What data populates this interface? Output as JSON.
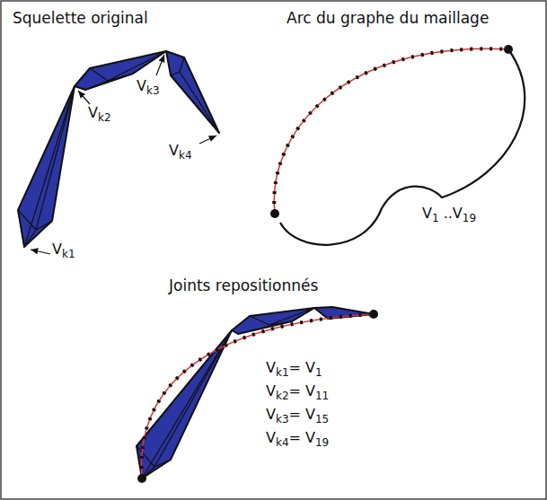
{
  "diagram": {
    "labels": [
      "Squelette original",
      "Arc du graphe du maillage",
      "Joints repositionnés",
      "Vk1",
      "Vk2",
      "Vk3",
      "Vk4",
      "V1 ..V19",
      "Vk1= V1",
      "Vk2= V11",
      "Vk3= V15",
      "Vk4= V19"
    ]
  }
}
